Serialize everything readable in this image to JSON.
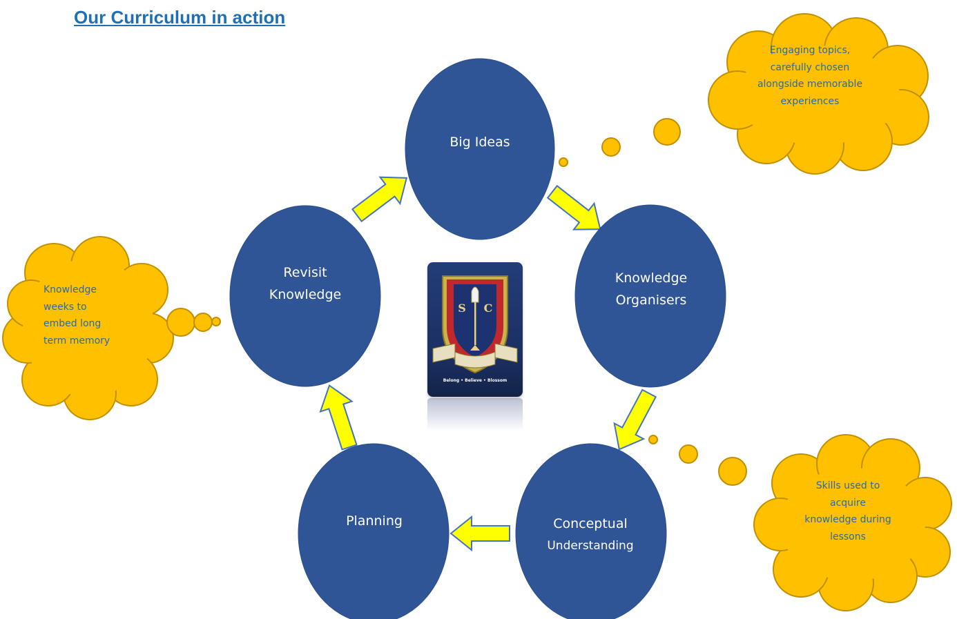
{
  "title": "Our Curriculum in action",
  "nodes": {
    "big_ideas": [
      "Big Ideas"
    ],
    "knowledge_organisers": [
      "Knowledge",
      "Organisers"
    ],
    "conceptual_understanding": [
      "Conceptual",
      "Understanding"
    ],
    "planning": [
      "Planning"
    ],
    "revisit_knowledge": [
      "Revisit",
      "Knowledge"
    ]
  },
  "clouds": {
    "engaging": [
      "Engaging topics,",
      "carefully chosen",
      "alongside memorable",
      "experiences"
    ],
    "skills": [
      "Skills used to",
      "acquire",
      "knowledge during",
      "lessons"
    ],
    "knowledge_weeks": [
      "Knowledge",
      "weeks to",
      "embed long",
      "term memory"
    ]
  },
  "logo": {
    "motto": "Belong • Believe • Blossom"
  },
  "colors": {
    "node_fill": "#2f5597",
    "arrow_fill": "#ffff00",
    "arrow_stroke": "#4472c4",
    "cloud_fill": "#ffc000",
    "cloud_stroke": "#bf9000",
    "cloud_text": "#2a6aa8",
    "title": "#1f6fb5"
  }
}
